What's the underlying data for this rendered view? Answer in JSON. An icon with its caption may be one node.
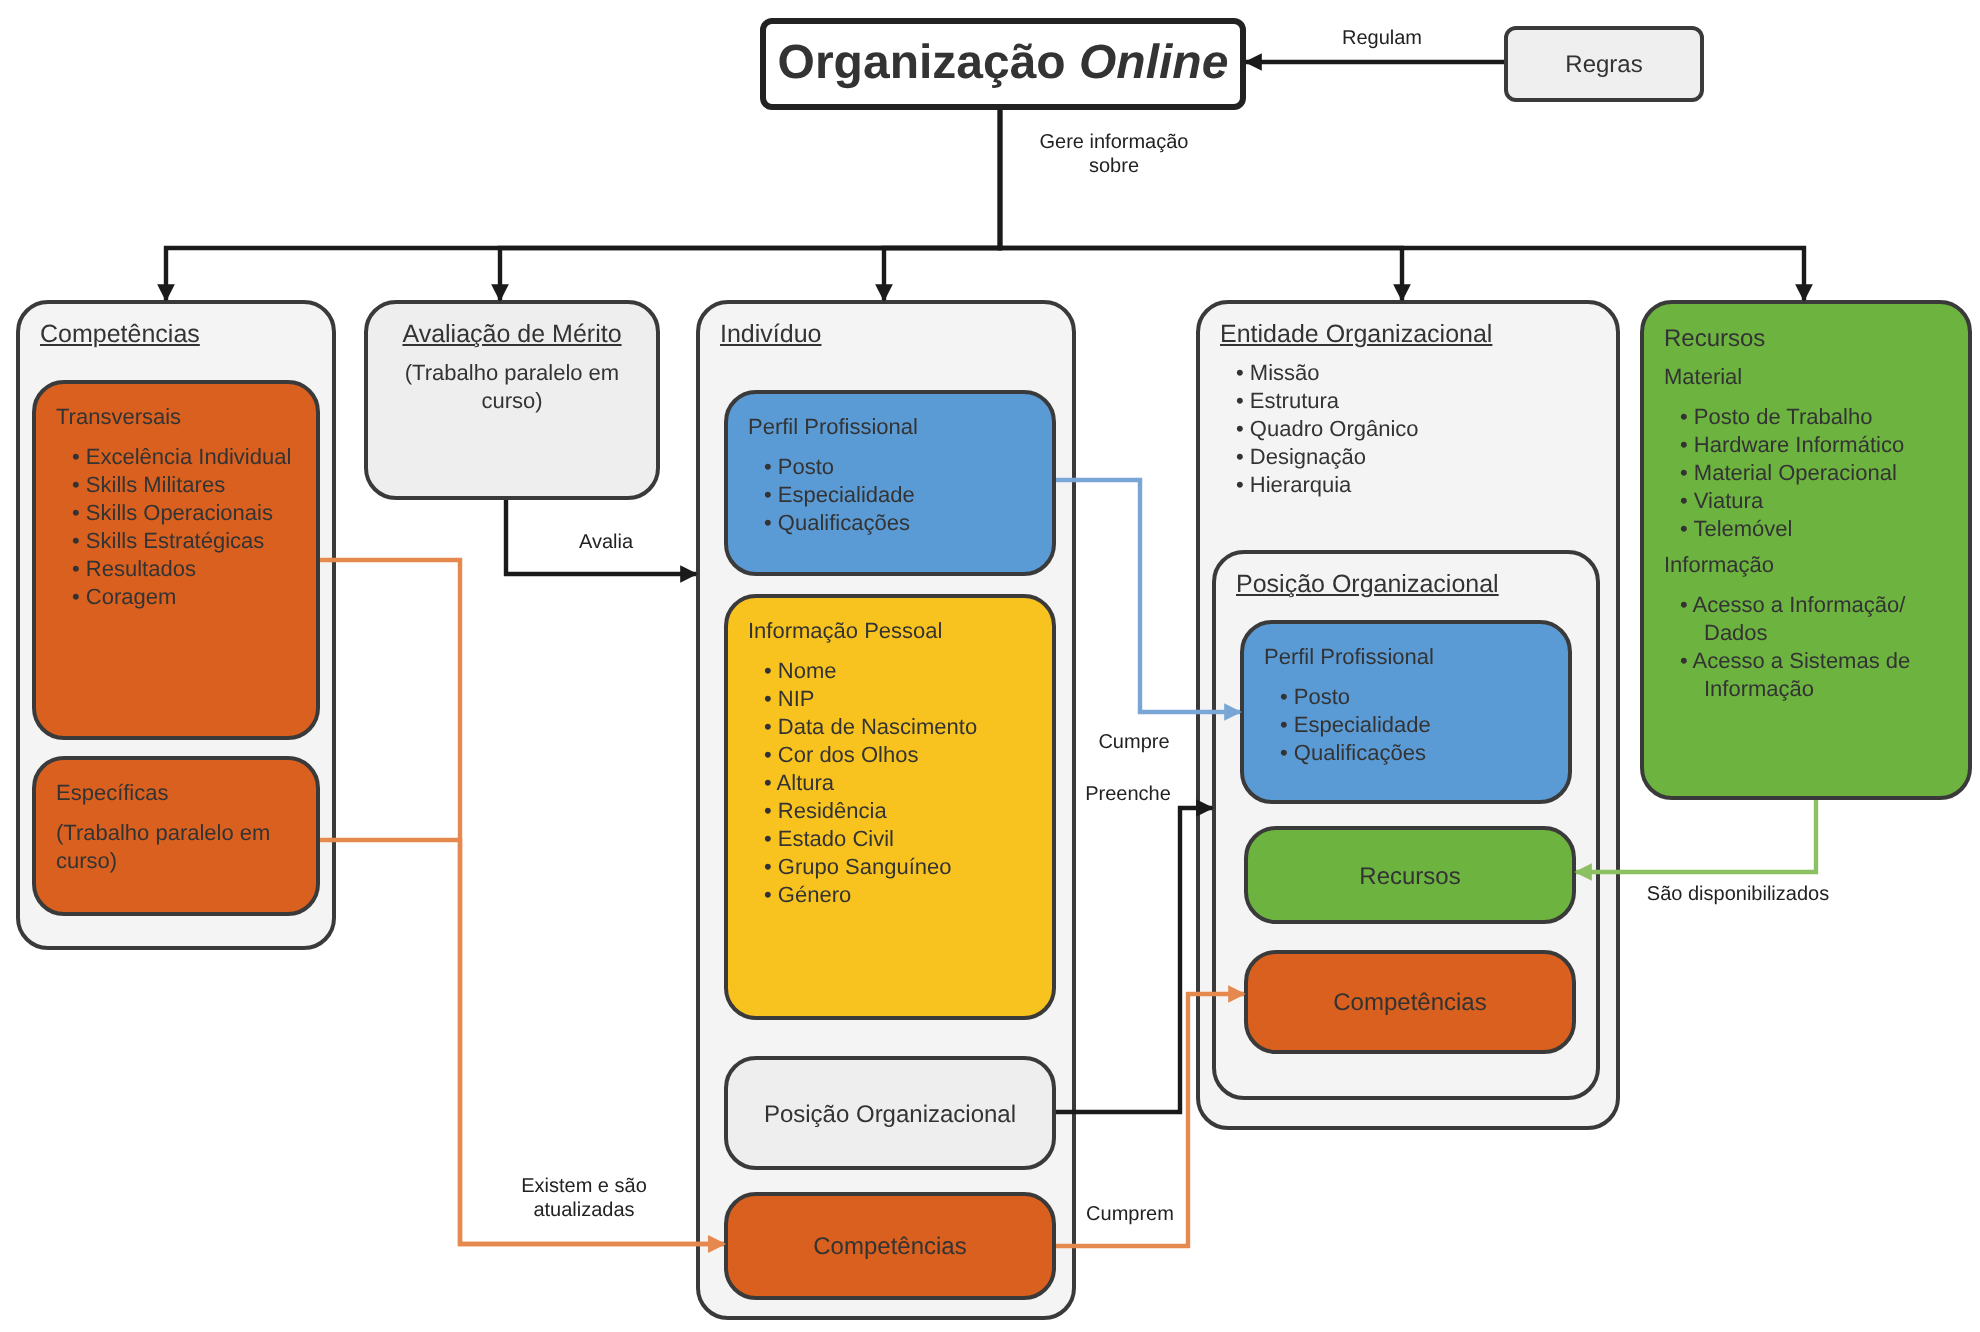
{
  "diagram": {
    "nodes": [
      {
        "text": [
          "Organização *Online*"
        ]
      },
      {
        "text": [
          "Regras"
        ]
      },
      {
        "text": [
          "Competências"
        ]
      },
      {
        "text": [
          "Transversais",
          "• Excelência Individual",
          "• Skills Militares",
          "• Skills Operacionais",
          "• Skills Estratégicas",
          "• Resultados",
          "• Coragem"
        ],
        "in": 2
      },
      {
        "text": [
          "Específicas",
          "(Trabalho paralelo em curso)"
        ],
        "in": 2
      },
      {
        "text": [
          "Avaliação de Mérito",
          "(Trabalho paralelo em curso)"
        ]
      },
      {
        "text": [
          "Indivíduo"
        ]
      },
      {
        "text": [
          "Perfil Profissional",
          "• Posto",
          "• Especialidade",
          "• Qualificações"
        ],
        "in": 6
      },
      {
        "text": [
          "Informação Pessoal",
          "• Nome",
          "• NIP",
          "• Data de Nascimento",
          "• Cor dos Olhos",
          "• Altura",
          "• Residência",
          "• Estado Civil",
          "• Grupo Sanguíneo",
          "• Género"
        ],
        "in": 6
      },
      {
        "text": [
          "Posição Organizacional"
        ],
        "in": 6
      },
      {
        "text": [
          "Competências"
        ],
        "in": 6
      },
      {
        "text": [
          "Entidade Organizacional",
          "• Missão",
          "• Estrutura",
          "• Quadro Orgânico",
          "• Designação",
          "• Hierarquia"
        ]
      },
      {
        "text": [
          "Posição Organizacional"
        ],
        "in": 11
      },
      {
        "text": [
          "Perfil Profissional",
          "• Posto",
          "• Especialidade",
          "• Qualificações"
        ],
        "in": 12
      },
      {
        "text": [
          "Recursos"
        ],
        "in": 12
      },
      {
        "text": [
          "Competências"
        ],
        "in": 12
      },
      {
        "text": [
          "Recursos",
          "Material",
          "• Posto de Trabalho",
          "• Hardware Informático",
          "• Material Operacional",
          "• Viatura",
          "• Telemóvel",
          "Informação",
          "• Acesso a Informação/ Dados",
          "• Acesso a Sistemas de Informação"
        ]
      }
    ],
    "edges": [
      {
        "from": 1,
        "to": 0,
        "arrow": "to",
        "label": "Regulam"
      },
      {
        "from": 0,
        "to": 2,
        "arrow": "to",
        "label": "Gere informação sobre"
      },
      {
        "from": 0,
        "to": 5,
        "arrow": "to"
      },
      {
        "from": 0,
        "to": 6,
        "arrow": "to"
      },
      {
        "from": 0,
        "to": 11,
        "arrow": "to"
      },
      {
        "from": 0,
        "to": 16,
        "arrow": "to"
      },
      {
        "from": 5,
        "to": 6,
        "arrow": "to",
        "label": "Avalia"
      },
      {
        "from": 7,
        "to": 13,
        "arrow": "to",
        "label": "Cumpre",
        "color": "#7aa6d6"
      },
      {
        "from": 9,
        "to": 12,
        "arrow": "to",
        "label": "Preenche"
      },
      {
        "from": 16,
        "to": 14,
        "arrow": "to",
        "label": "São disponibilizados",
        "color": "#8cc063"
      },
      {
        "from": 10,
        "to": 15,
        "arrow": "to",
        "label": "Cumprem",
        "color": "#e5894f"
      },
      {
        "from": 3,
        "to": 10,
        "arrow": "to",
        "label": "Existem e são atualizadas",
        "color": "#e5894f"
      },
      {
        "from": 4,
        "to": 10,
        "arrow": "to",
        "color": "#e5894f"
      }
    ]
  }
}
